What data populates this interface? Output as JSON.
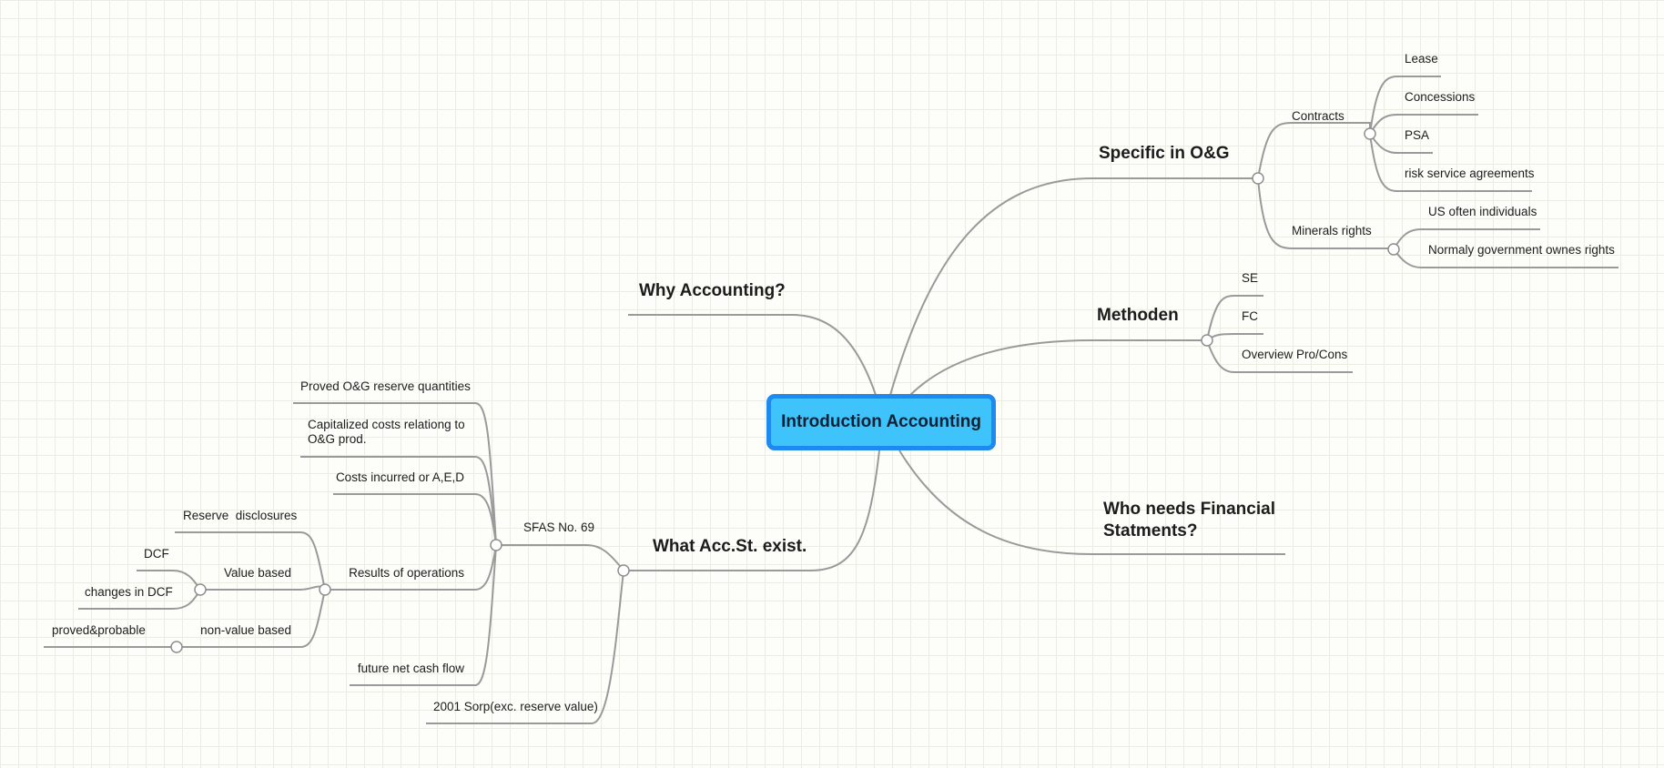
{
  "map": {
    "root": "Introduction Accounting",
    "branches": {
      "why": "Why Accounting?",
      "what": "What Acc.St. exist.",
      "specific": "Specific in O&G",
      "methoden": "Methoden",
      "who": "Who needs Financial Statments?"
    },
    "what": {
      "sfas": "SFAS No. 69",
      "sorp": "2001 Sorp(exc. reserve value)",
      "sfas_items": {
        "proved": "Proved O&G reserve quantities",
        "capitalized": "Capitalized costs relationg to O&G prod.",
        "costs": "Costs incurred or A,E,D",
        "results": "Results of operations",
        "future": "future net cash flow"
      },
      "results_items": {
        "reserve": "Reserve  disclosures",
        "value_based": "Value based",
        "non_value_based": "non-value based"
      },
      "value_items": {
        "dcf": "DCF",
        "changes_dcf": "changes in DCF"
      },
      "nonvalue_items": {
        "proved_probable": "proved&probable"
      }
    },
    "specific": {
      "contracts": "Contracts",
      "minerals": "Minerals rights",
      "contract_items": {
        "lease": "Lease",
        "concessions": "Concessions",
        "psa": "PSA",
        "risk": "risk service agreements"
      },
      "mineral_items": {
        "us": "US often individuals",
        "gov": "Normaly government ownes rights"
      }
    },
    "methoden": {
      "se": "SE",
      "fc": "FC",
      "overview": "Overview Pro/Cons"
    }
  },
  "colors": {
    "root_fill": "#3ec3fa",
    "root_border": "#1e8af0",
    "connector": "#9a9a9a"
  }
}
